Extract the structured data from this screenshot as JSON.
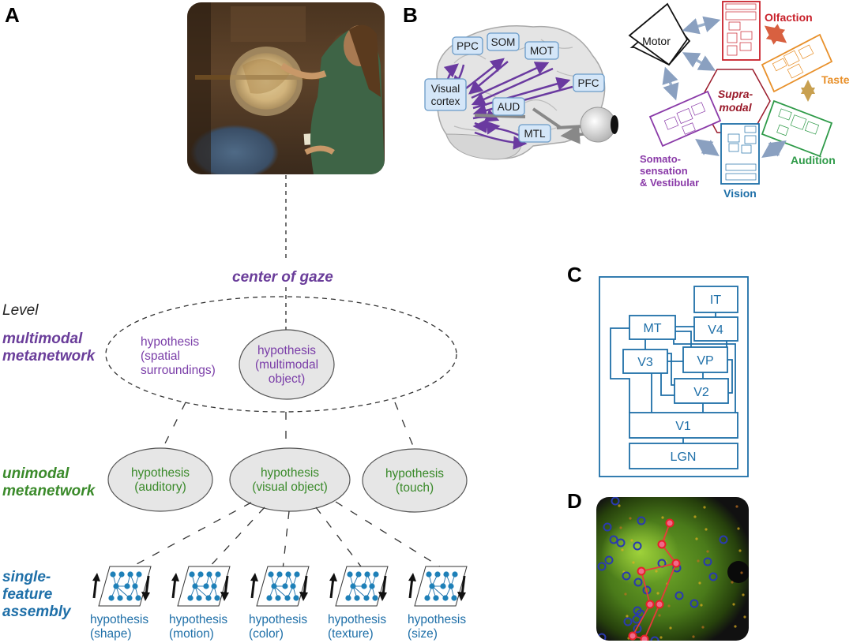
{
  "panels": {
    "A": "A",
    "B": "B",
    "C": "C",
    "D": "D"
  },
  "panel_a": {
    "painting_alt": "The Astronomer (painting)",
    "center_of_gaze": "center of gaze",
    "level_header": "Level",
    "levels": {
      "multimodal": {
        "line1": "multimodal",
        "line2": "metanetwork",
        "color": "#6a3d9a"
      },
      "unimodal": {
        "line1": "unimodal",
        "line2": "metanetwork",
        "color": "#3a8a2a"
      },
      "single": {
        "line1": "single-",
        "line2": "feature",
        "line3": "assembly",
        "color": "#1e6fa8"
      }
    },
    "multimodal_hypotheses": {
      "spatial": {
        "line1": "hypothesis",
        "line2": "(spatial",
        "line3": "surroundings)"
      },
      "object": {
        "line1": "hypothesis",
        "line2": "(multimodal",
        "line3": "object)"
      }
    },
    "unimodal_hypotheses": [
      {
        "line1": "hypothesis",
        "line2": "(auditory)"
      },
      {
        "line1": "hypothesis",
        "line2": "(visual object)"
      },
      {
        "line1": "hypothesis",
        "line2": "(touch)"
      }
    ],
    "feature_hypotheses": [
      {
        "line1": "hypothesis",
        "line2": "(shape)"
      },
      {
        "line1": "hypothesis",
        "line2": "(motion)"
      },
      {
        "line1": "hypothesis",
        "line2": "(color)"
      },
      {
        "line1": "hypothesis",
        "line2": "(texture)"
      },
      {
        "line1": "hypothesis",
        "line2": "(size)"
      }
    ]
  },
  "panel_b": {
    "brain_areas": {
      "ppc": "PPC",
      "som": "SOM",
      "mot": "MOT",
      "pfc": "PFC",
      "visual1": "Visual",
      "visual2": "cortex",
      "aud": "AUD",
      "mtl": "MTL"
    },
    "modalities": {
      "motor": "Motor",
      "olfaction": "Olfaction",
      "taste": "Taste",
      "audition": "Audition",
      "vision": "Vision",
      "soma1": "Somato-",
      "soma2": "sensation",
      "soma3": "& Vestibular",
      "supra1": "Supra-",
      "supra2": "modal"
    },
    "colors": {
      "olfaction": "#c8202a",
      "taste": "#e8902a",
      "audition": "#2e9a48",
      "vision": "#1e6fa8",
      "soma": "#8a3aa8",
      "supra": "#9a1a2a",
      "arrow": "#6a3aa0"
    }
  },
  "panel_c": {
    "areas": {
      "it": "IT",
      "mt": "MT",
      "v4": "V4",
      "v3": "V3",
      "vp": "VP",
      "v2": "V2",
      "v1": "V1",
      "lgn": "LGN"
    },
    "color": "#1e6fa8"
  },
  "panel_d": {
    "description": "fluorescence micrograph with marked neurons"
  }
}
